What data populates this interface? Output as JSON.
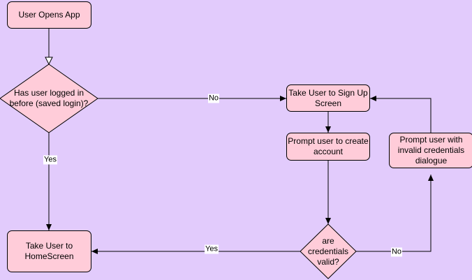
{
  "colors": {
    "background": "#e2cbfc",
    "node_fill": "#ffccd9",
    "stroke": "#000000",
    "label_bg": "#ffffff"
  },
  "nodes": {
    "start": {
      "label": "User Opens App"
    },
    "decision_logged_in": {
      "label": "Has user logged in before (saved login)?"
    },
    "sign_up": {
      "label": "Take User to Sign Up Screen"
    },
    "prompt_create": {
      "label": "Prompt user to create account"
    },
    "invalid_dialogue": {
      "label": "Prompt user with invalid credentials dialogue"
    },
    "decision_valid": {
      "label": "are credentials valid?"
    },
    "homescreen": {
      "label": "Take User to HomeScreen"
    }
  },
  "edges": {
    "logged_in_no": {
      "label": "No"
    },
    "logged_in_yes": {
      "label": "Yes"
    },
    "valid_yes": {
      "label": "Yes"
    },
    "valid_no": {
      "label": "No"
    }
  }
}
